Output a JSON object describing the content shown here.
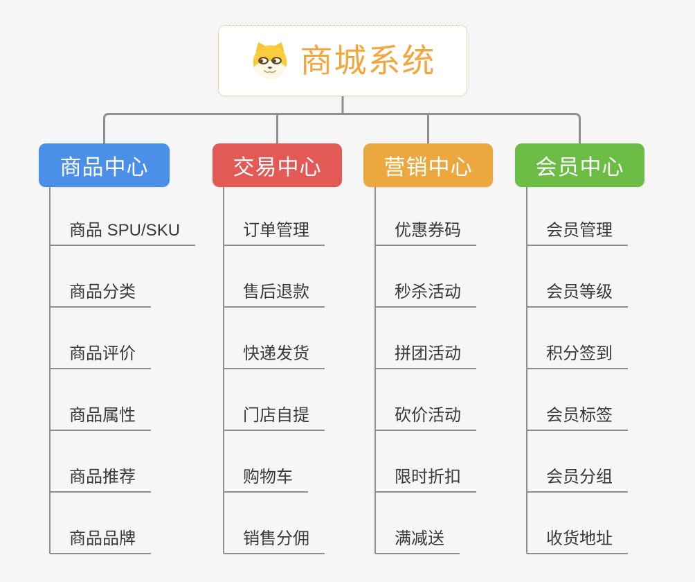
{
  "root": {
    "title": "商城系统",
    "icon": "shiba-dog-icon"
  },
  "branches": [
    {
      "label": "商品中心",
      "color": "#4b90e8",
      "items": [
        "商品 SPU/SKU",
        "商品分类",
        "商品评价",
        "商品属性",
        "商品推荐",
        "商品品牌"
      ]
    },
    {
      "label": "交易中心",
      "color": "#e35955",
      "items": [
        "订单管理",
        "售后退款",
        "快递发货",
        "门店自提",
        "购物车",
        "销售分佣"
      ]
    },
    {
      "label": "营销中心",
      "color": "#eaa83e",
      "items": [
        "优惠券码",
        "秒杀活动",
        "拼团活动",
        "砍价活动",
        "限时折扣",
        "满减送"
      ]
    },
    {
      "label": "会员中心",
      "color": "#6cbd45",
      "items": [
        "会员管理",
        "会员等级",
        "积分签到",
        "会员标签",
        "会员分组",
        "收货地址"
      ]
    }
  ],
  "colors": {
    "connector_line": "#8f8f8f",
    "leaf_underline": "#8f8f8f",
    "leaf_text": "#363a3e",
    "root_text": "#f1a73d",
    "root_border": "#efae55",
    "background": "#f6f6f6"
  }
}
